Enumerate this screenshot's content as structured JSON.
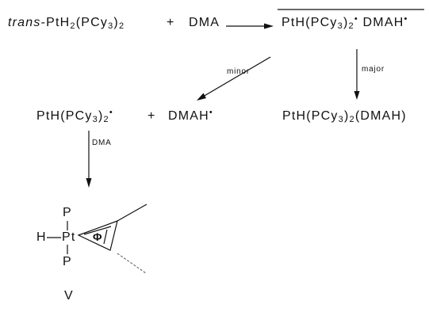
{
  "colors": {
    "ink": "#111111",
    "background": "#ffffff"
  },
  "reaction1": {
    "reactant_prefix": "trans",
    "reactant_rest": "-PtH",
    "sub_2a": "2",
    "reactant_pcy": "(PCy",
    "sub_3a": "3",
    "paren_close_a": ")",
    "sub_2b": "2",
    "plus": "+",
    "dma": "DMA",
    "arrow_icon": "right-arrow-icon"
  },
  "ion_pair": {
    "text1": "PtH(PCy",
    "sub3": "3",
    "text2": ")",
    "sub2": "2",
    "sup_dot": "•",
    "text3": " DMAH",
    "sup_dot2": "•"
  },
  "labels": {
    "minor": "minor",
    "major": "major",
    "dma_step": "DMA"
  },
  "free_radicals": {
    "text1": "PtH(PCy",
    "sub3": "3",
    "text2": ")",
    "sub2": "2",
    "sup_dot": "•",
    "plus": "+",
    "dmah": "DMAH",
    "sup_dot2": "•"
  },
  "major_product": {
    "text1": "PtH(PCy",
    "sub3": "3",
    "text2": ")",
    "sub2": "2",
    "text3": "(DMAH)"
  },
  "structure_v": {
    "p_top": "P",
    "p_bottom": "P",
    "h": "H",
    "pt": "Pt",
    "ring_symbol": "Φ",
    "label": "V"
  }
}
